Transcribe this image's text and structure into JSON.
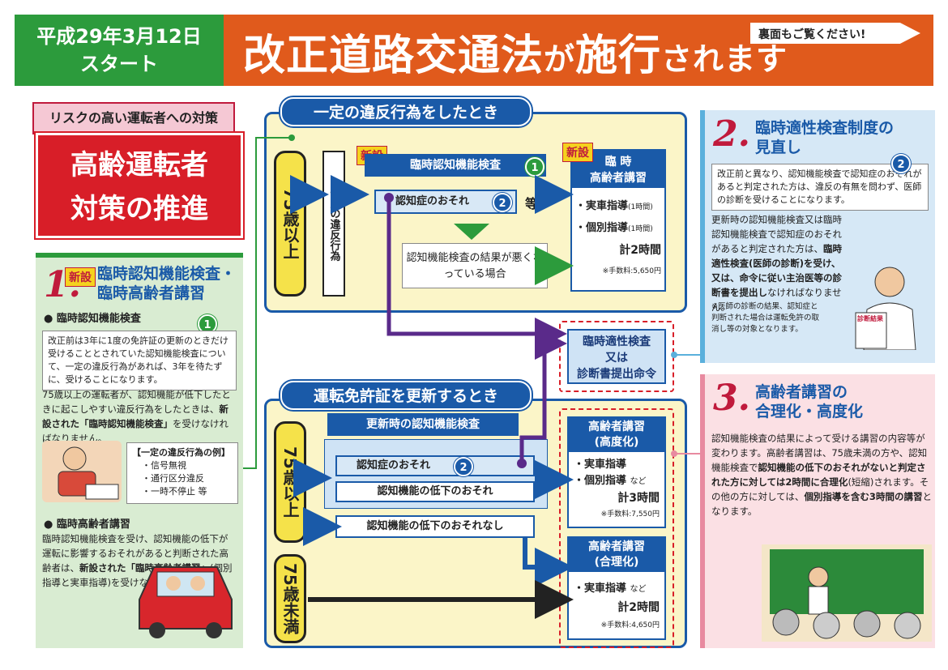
{
  "header": {
    "date_line1": "平成29年3月12日",
    "date_line2": "スタート",
    "title_a": "改正道路交通法",
    "title_b": "が",
    "title_c": "施行",
    "title_d": "されます",
    "back_note": "裏面もご覧ください!"
  },
  "left": {
    "tag": "リスクの高い運転者への対策",
    "headline_1": "高齢運転者",
    "headline_2": "対策の推進",
    "section_num": "1.",
    "new_label": "新設",
    "section_title_1": "臨時認知機能検査・",
    "section_title_2": "臨時高齢者講習",
    "sub1_title": "● 臨時認知機能検査",
    "sub1_box": "改正前は3年に1度の免許証の更新のときだけ受けることとされていた認知機能検査について、一定の違反行為があれば、3年を待たずに、受けることになります。",
    "sub1_text_a": "75歳以上の運転者が、認知機能が低下したときに起こしやすい違反行為をしたときは、",
    "sub1_text_b": "新設された「臨時認知機能検査」",
    "sub1_text_c": "を受けなければなりません。",
    "examples_title": "【一定の違反行為の例】",
    "examples": [
      "・信号無視",
      "・通行区分違反",
      "・一時不停止 等"
    ],
    "sub2_title": "● 臨時高齢者講習",
    "sub2_text_a": "臨時認知機能検査を受け、認知機能の低下が運転に影響するおそれがあると判断された高齢者は、",
    "sub2_text_b": "新設された「臨時高齢者講習」",
    "sub2_text_c": "(個別指導と実車指導)を受けなければなりません。"
  },
  "flow_top": {
    "pill": "一定の違反行為をしたとき",
    "age": "75歳以上",
    "violation": "一定の違反行為",
    "new_label": "新設",
    "exam_title": "臨時認知機能検査",
    "point1": "1",
    "dementia": "認知症のおそれ",
    "point2": "2",
    "etc": "等",
    "worse": "認知機能検査の結果が悪くなっている場合",
    "course_new": "新設",
    "course_title_1": "臨 時",
    "course_title_2": "高齢者講習",
    "course_item1": "・実車指導",
    "course_item1_time": "(1時間)",
    "course_item2": "・個別指導",
    "course_item2_time": "(1時間)",
    "course_total": "計2時間",
    "course_fee": "※手数料:5,650円"
  },
  "middle": {
    "order_1": "臨時適性検査",
    "order_2": "又は",
    "order_3": "診断書提出命令"
  },
  "flow_bottom": {
    "pill": "運転免許証を更新するとき",
    "age_upper": "75歳以上",
    "age_lower": "75歳未満",
    "renew_exam": "更新時の認知機能検査",
    "dementia": "認知症のおそれ",
    "point2": "2",
    "decline": "認知機能の低下のおそれ",
    "no_decline": "認知機能の低下のおそれなし",
    "adv_title_1": "高齢者講習",
    "adv_title_2": "(高度化)",
    "adv_item1": "・実車指導",
    "adv_item2": "・個別指導",
    "adv_etc": "など",
    "adv_total": "計3時間",
    "adv_fee": "※手数料:7,550円",
    "rat_title_1": "高齢者講習",
    "rat_title_2": "(合理化)",
    "rat_item1": "・実車指導",
    "rat_etc": "など",
    "rat_total": "計2時間",
    "rat_fee": "※手数料:4,650円"
  },
  "right2": {
    "num": "2.",
    "title_1": "臨時適性検査制度の",
    "title_2": "見直し",
    "box": "改正前と異なり、認知機能検査で認知症のおそれがあると判定された方は、違反の有無を問わず、医師の診断を受けることになります。",
    "text_a": "更新時の認知機能検査又は臨時認知機能検査で認知症のおそれがあると判定された方は、",
    "text_b": "臨時適性検査(医師の診断)を受け、又は、命令に従い主治医等の診断書を提出し",
    "text_c": "なければなりません。",
    "note": "※医師の診断の結果、認知症と判断された場合は運転免許の取消し等の対象となります。",
    "doc_label": "診断結果"
  },
  "right3": {
    "num": "3.",
    "title_1": "高齢者講習の",
    "title_2": "合理化・高度化",
    "text_a": "認知機能検査の結果によって受ける講習の内容等が変わります。高齢者講習は、75歳未満の方や、認知機能検査で",
    "text_b": "認知機能の低下のおそれがないと判定された方に対しては2時間に合理化",
    "text_c": "(短縮)されます。その他の方に対しては、",
    "text_d": "個別指導を含む3時間の講習",
    "text_e": "となります。"
  }
}
